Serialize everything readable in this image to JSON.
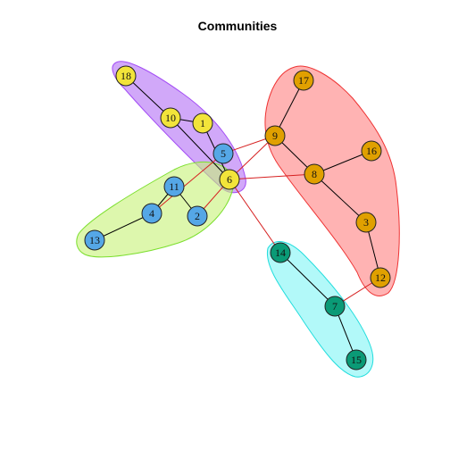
{
  "title": "Communities",
  "colors": {
    "yellow": "#f2e43a",
    "blue": "#55a7e6",
    "orange": "#e0a000",
    "teal": "#0a9a76",
    "intra_edge": "#000000",
    "inter_edge": "#d62020"
  },
  "communities": [
    {
      "name": "purple",
      "fill": "#b26ef5",
      "stroke": "#a34cf5",
      "members": [
        "18",
        "10",
        "1",
        "5",
        "6"
      ]
    },
    {
      "name": "green",
      "fill": "#c6f176",
      "stroke": "#7cdf2e",
      "members": [
        "11",
        "4",
        "13",
        "2"
      ]
    },
    {
      "name": "red",
      "fill": "#ff8080",
      "stroke": "#ee3333",
      "members": [
        "17",
        "9",
        "16",
        "8",
        "3",
        "12"
      ]
    },
    {
      "name": "cyan",
      "fill": "#7ff5f5",
      "stroke": "#22dddd",
      "members": [
        "14",
        "7",
        "15"
      ]
    }
  ],
  "nodes": [
    {
      "id": "18",
      "color": "yellow"
    },
    {
      "id": "10",
      "color": "yellow"
    },
    {
      "id": "1",
      "color": "yellow"
    },
    {
      "id": "5",
      "color": "blue"
    },
    {
      "id": "6",
      "color": "yellow"
    },
    {
      "id": "11",
      "color": "blue"
    },
    {
      "id": "4",
      "color": "blue"
    },
    {
      "id": "2",
      "color": "blue"
    },
    {
      "id": "13",
      "color": "blue"
    },
    {
      "id": "17",
      "color": "orange"
    },
    {
      "id": "9",
      "color": "orange"
    },
    {
      "id": "16",
      "color": "orange"
    },
    {
      "id": "8",
      "color": "orange"
    },
    {
      "id": "3",
      "color": "orange"
    },
    {
      "id": "12",
      "color": "orange"
    },
    {
      "id": "14",
      "color": "teal"
    },
    {
      "id": "7",
      "color": "teal"
    },
    {
      "id": "15",
      "color": "teal"
    }
  ],
  "edges": [
    {
      "source": "18",
      "target": "10",
      "type": "intra"
    },
    {
      "source": "10",
      "target": "1",
      "type": "intra"
    },
    {
      "source": "1",
      "target": "6",
      "type": "intra"
    },
    {
      "source": "10",
      "target": "6",
      "type": "intra"
    },
    {
      "source": "11",
      "target": "4",
      "type": "intra"
    },
    {
      "source": "4",
      "target": "13",
      "type": "intra"
    },
    {
      "source": "11",
      "target": "2",
      "type": "intra"
    },
    {
      "source": "17",
      "target": "9",
      "type": "intra"
    },
    {
      "source": "9",
      "target": "8",
      "type": "intra"
    },
    {
      "source": "8",
      "target": "16",
      "type": "intra"
    },
    {
      "source": "8",
      "target": "3",
      "type": "intra"
    },
    {
      "source": "3",
      "target": "12",
      "type": "intra"
    },
    {
      "source": "14",
      "target": "7",
      "type": "intra"
    },
    {
      "source": "7",
      "target": "15",
      "type": "intra"
    },
    {
      "source": "5",
      "target": "9",
      "type": "inter"
    },
    {
      "source": "6",
      "target": "9",
      "type": "inter"
    },
    {
      "source": "6",
      "target": "8",
      "type": "inter"
    },
    {
      "source": "4",
      "target": "5",
      "type": "inter"
    },
    {
      "source": "6",
      "target": "2",
      "type": "inter"
    },
    {
      "source": "6",
      "target": "14",
      "type": "inter"
    },
    {
      "source": "12",
      "target": "7",
      "type": "inter"
    }
  ]
}
